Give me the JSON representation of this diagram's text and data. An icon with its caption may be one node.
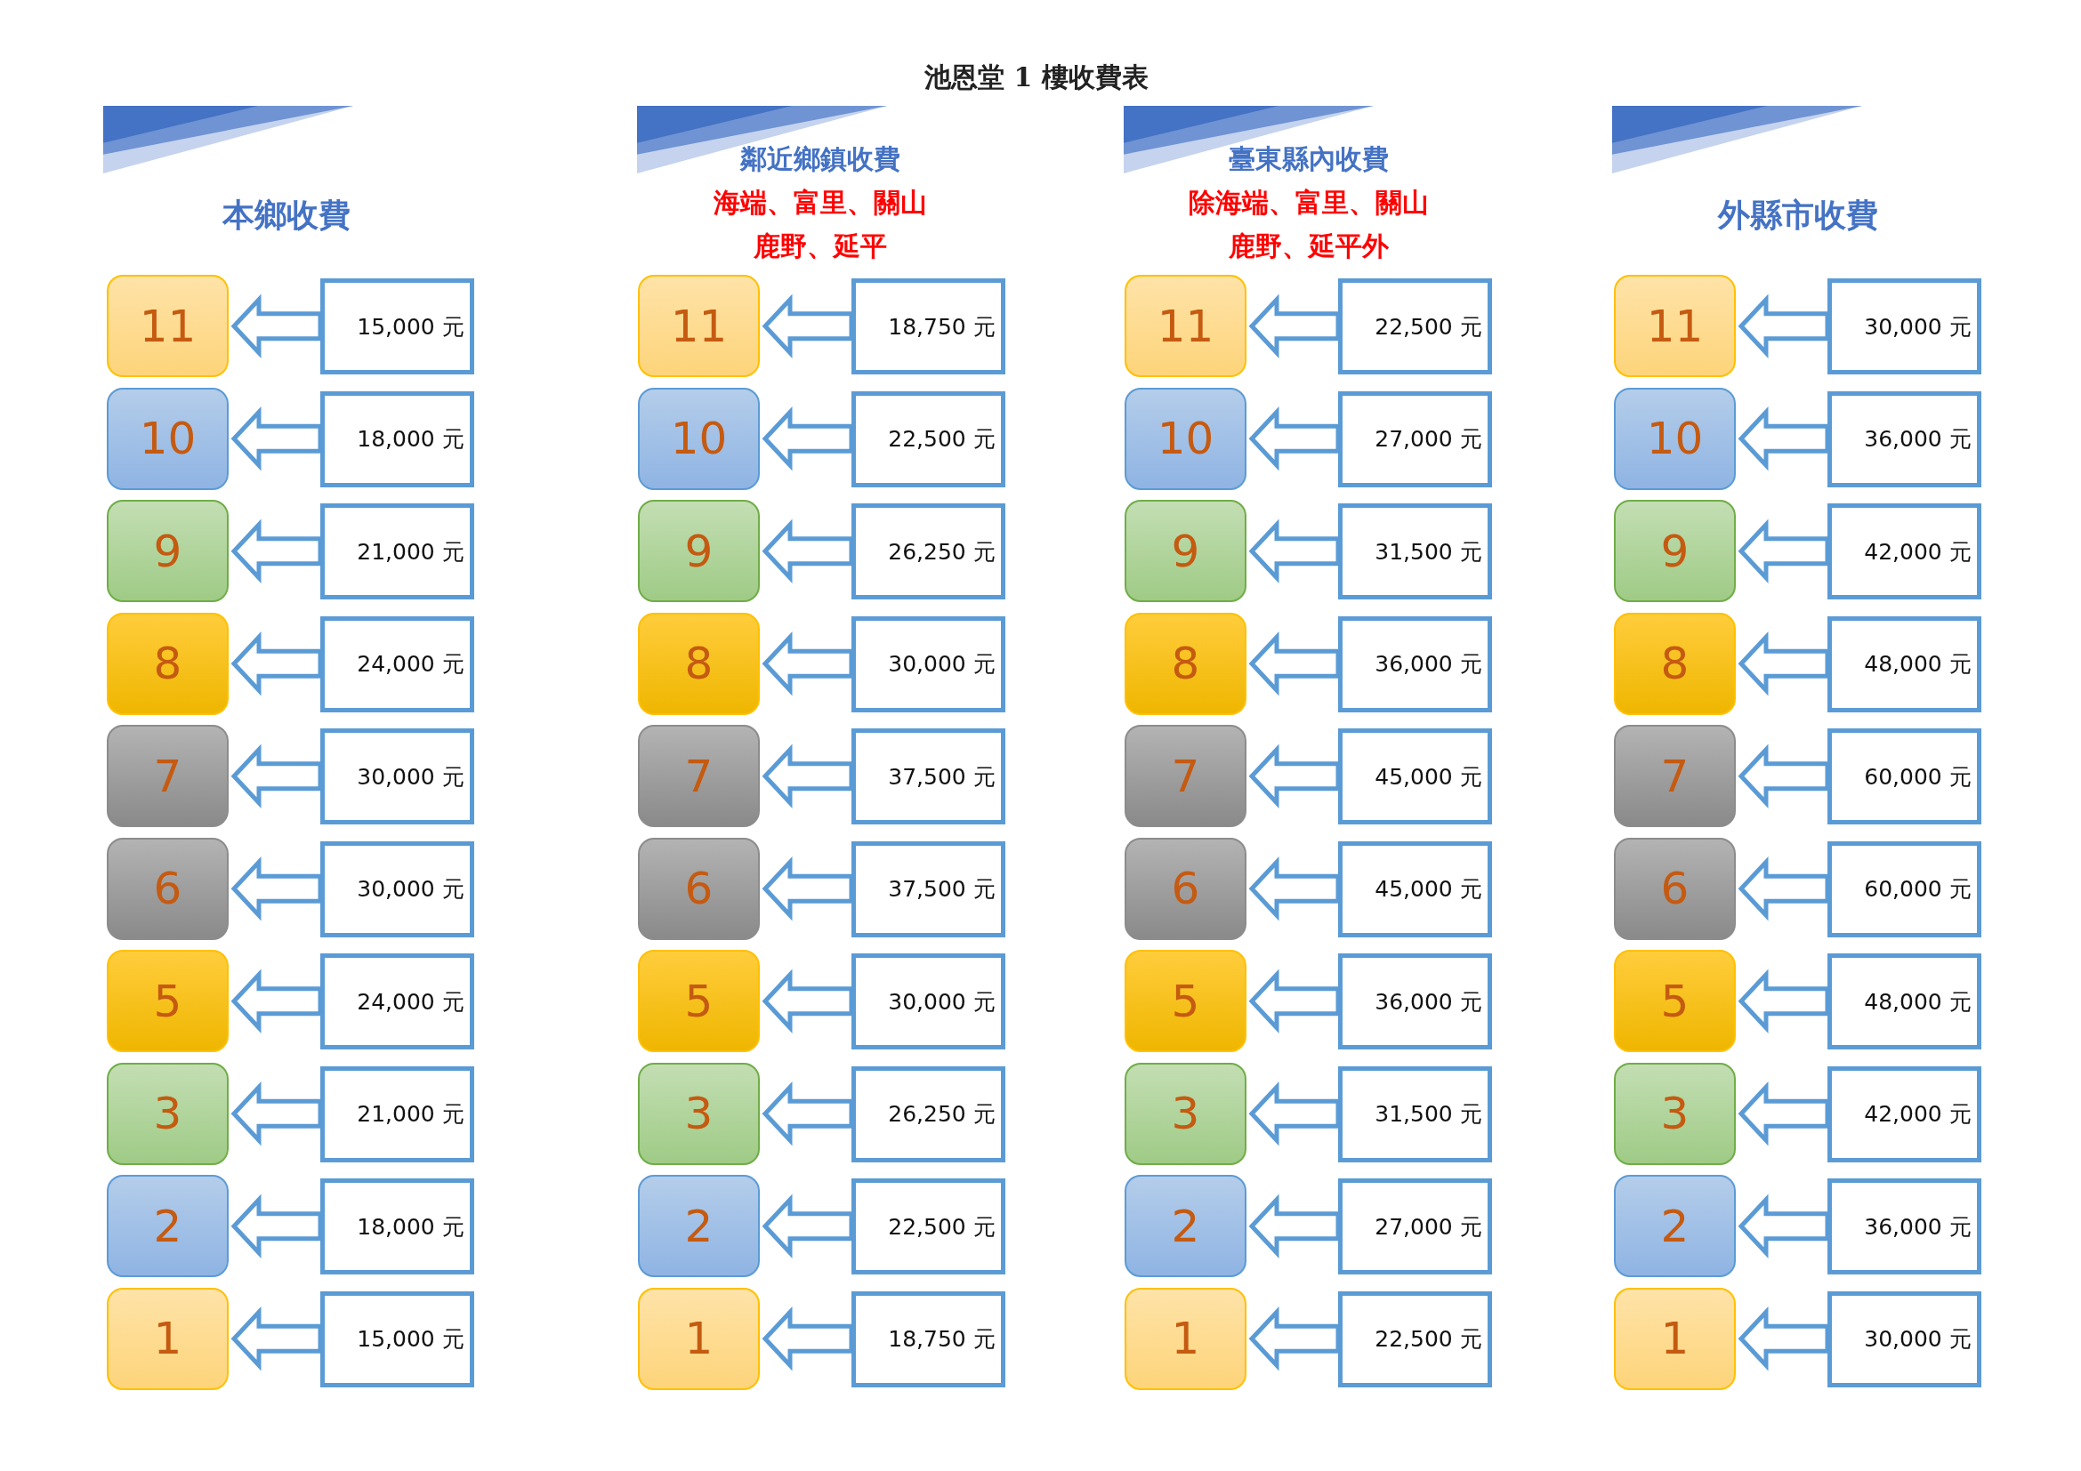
{
  "diagram": {
    "title": "池恩堂 1 樓收費表",
    "nodes": [
      {
        "text": [
          "11"
        ]
      },
      {
        "text": [
          "15,000 元"
        ]
      },
      {
        "text": [
          "10"
        ]
      },
      {
        "text": [
          "18,000 元"
        ]
      },
      {
        "text": [
          "9"
        ]
      },
      {
        "text": [
          "21,000 元"
        ]
      },
      {
        "text": [
          "8"
        ]
      },
      {
        "text": [
          "24,000 元"
        ]
      },
      {
        "text": [
          "7"
        ]
      },
      {
        "text": [
          "30,000 元"
        ]
      },
      {
        "text": [
          "6"
        ]
      },
      {
        "text": [
          "30,000 元"
        ]
      },
      {
        "text": [
          "5"
        ]
      },
      {
        "text": [
          "24,000 元"
        ]
      },
      {
        "text": [
          "3"
        ]
      },
      {
        "text": [
          "21,000 元"
        ]
      },
      {
        "text": [
          "2"
        ]
      },
      {
        "text": [
          "18,000 元"
        ]
      },
      {
        "text": [
          "1"
        ]
      },
      {
        "text": [
          "15,000 元"
        ]
      },
      {
        "text": [
          "11"
        ]
      },
      {
        "text": [
          "18,750 元"
        ]
      },
      {
        "text": [
          "10"
        ]
      },
      {
        "text": [
          "22,500 元"
        ]
      },
      {
        "text": [
          "9"
        ]
      },
      {
        "text": [
          "26,250 元"
        ]
      },
      {
        "text": [
          "8"
        ]
      },
      {
        "text": [
          "30,000 元"
        ]
      },
      {
        "text": [
          "7"
        ]
      },
      {
        "text": [
          "37,500 元"
        ]
      },
      {
        "text": [
          "6"
        ]
      },
      {
        "text": [
          "37,500 元"
        ]
      },
      {
        "text": [
          "5"
        ]
      },
      {
        "text": [
          "30,000 元"
        ]
      },
      {
        "text": [
          "3"
        ]
      },
      {
        "text": [
          "26,250 元"
        ]
      },
      {
        "text": [
          "2"
        ]
      },
      {
        "text": [
          "22,500 元"
        ]
      },
      {
        "text": [
          "1"
        ]
      },
      {
        "text": [
          "18,750 元"
        ]
      },
      {
        "text": [
          "11"
        ]
      },
      {
        "text": [
          "22,500 元"
        ]
      },
      {
        "text": [
          "10"
        ]
      },
      {
        "text": [
          "27,000 元"
        ]
      },
      {
        "text": [
          "9"
        ]
      },
      {
        "text": [
          "31,500 元"
        ]
      },
      {
        "text": [
          "8"
        ]
      },
      {
        "text": [
          "36,000 元"
        ]
      },
      {
        "text": [
          "7"
        ]
      },
      {
        "text": [
          "45,000 元"
        ]
      },
      {
        "text": [
          "6"
        ]
      },
      {
        "text": [
          "45,000 元"
        ]
      },
      {
        "text": [
          "5"
        ]
      },
      {
        "text": [
          "36,000 元"
        ]
      },
      {
        "text": [
          "3"
        ]
      },
      {
        "text": [
          "31,500 元"
        ]
      },
      {
        "text": [
          "2"
        ]
      },
      {
        "text": [
          "27,000 元"
        ]
      },
      {
        "text": [
          "1"
        ]
      },
      {
        "text": [
          "22,500 元"
        ]
      },
      {
        "text": [
          "11"
        ]
      },
      {
        "text": [
          "30,000 元"
        ]
      },
      {
        "text": [
          "10"
        ]
      },
      {
        "text": [
          "36,000 元"
        ]
      },
      {
        "text": [
          "9"
        ]
      },
      {
        "text": [
          "42,000 元"
        ]
      },
      {
        "text": [
          "8"
        ]
      },
      {
        "text": [
          "48,000 元"
        ]
      },
      {
        "text": [
          "7"
        ]
      },
      {
        "text": [
          "60,000 元"
        ]
      },
      {
        "text": [
          "6"
        ]
      },
      {
        "text": [
          "60,000 元"
        ]
      },
      {
        "text": [
          "5"
        ]
      },
      {
        "text": [
          "48,000 元"
        ]
      },
      {
        "text": [
          "3"
        ]
      },
      {
        "text": [
          "42,000 元"
        ]
      },
      {
        "text": [
          "2"
        ]
      },
      {
        "text": [
          "36,000 元"
        ]
      },
      {
        "text": [
          "1"
        ]
      },
      {
        "text": [
          "30,000 元"
        ]
      }
    ],
    "edges": [
      {
        "from": 1,
        "to": 0,
        "arrow": "to"
      },
      {
        "from": 3,
        "to": 2,
        "arrow": "to"
      },
      {
        "from": 5,
        "to": 4,
        "arrow": "to"
      },
      {
        "from": 7,
        "to": 6,
        "arrow": "to"
      },
      {
        "from": 9,
        "to": 8,
        "arrow": "to"
      },
      {
        "from": 11,
        "to": 10,
        "arrow": "to"
      },
      {
        "from": 13,
        "to": 12,
        "arrow": "to"
      },
      {
        "from": 15,
        "to": 14,
        "arrow": "to"
      },
      {
        "from": 17,
        "to": 16,
        "arrow": "to"
      },
      {
        "from": 19,
        "to": 18,
        "arrow": "to"
      },
      {
        "from": 21,
        "to": 20,
        "arrow": "to"
      },
      {
        "from": 23,
        "to": 22,
        "arrow": "to"
      },
      {
        "from": 25,
        "to": 24,
        "arrow": "to"
      },
      {
        "from": 27,
        "to": 26,
        "arrow": "to"
      },
      {
        "from": 29,
        "to": 28,
        "arrow": "to"
      },
      {
        "from": 31,
        "to": 30,
        "arrow": "to"
      },
      {
        "from": 33,
        "to": 32,
        "arrow": "to"
      },
      {
        "from": 35,
        "to": 34,
        "arrow": "to"
      },
      {
        "from": 37,
        "to": 36,
        "arrow": "to"
      },
      {
        "from": 39,
        "to": 38,
        "arrow": "to"
      },
      {
        "from": 41,
        "to": 40,
        "arrow": "to"
      },
      {
        "from": 43,
        "to": 42,
        "arrow": "to"
      },
      {
        "from": 45,
        "to": 44,
        "arrow": "to"
      },
      {
        "from": 47,
        "to": 46,
        "arrow": "to"
      },
      {
        "from": 49,
        "to": 48,
        "arrow": "to"
      },
      {
        "from": 51,
        "to": 50,
        "arrow": "to"
      },
      {
        "from": 53,
        "to": 52,
        "arrow": "to"
      },
      {
        "from": 55,
        "to": 54,
        "arrow": "to"
      },
      {
        "from": 57,
        "to": 56,
        "arrow": "to"
      },
      {
        "from": 59,
        "to": 58,
        "arrow": "to"
      },
      {
        "from": 61,
        "to": 60,
        "arrow": "to"
      },
      {
        "from": 63,
        "to": 62,
        "arrow": "to"
      },
      {
        "from": 65,
        "to": 64,
        "arrow": "to"
      },
      {
        "from": 67,
        "to": 66,
        "arrow": "to"
      },
      {
        "from": 69,
        "to": 68,
        "arrow": "to"
      },
      {
        "from": 71,
        "to": 70,
        "arrow": "to"
      },
      {
        "from": 73,
        "to": 72,
        "arrow": "to"
      },
      {
        "from": 75,
        "to": 74,
        "arrow": "to"
      },
      {
        "from": 77,
        "to": 76,
        "arrow": "to"
      },
      {
        "from": 79,
        "to": 78,
        "arrow": "to"
      }
    ],
    "labels": [
      "本鄉收費",
      "鄰近鄉鎮收費",
      "海端、富里、關山",
      "鹿野、延平",
      "臺東縣內收費",
      "除海端、富里、關山",
      "鹿野、延平外",
      "外縣市收費"
    ]
  }
}
